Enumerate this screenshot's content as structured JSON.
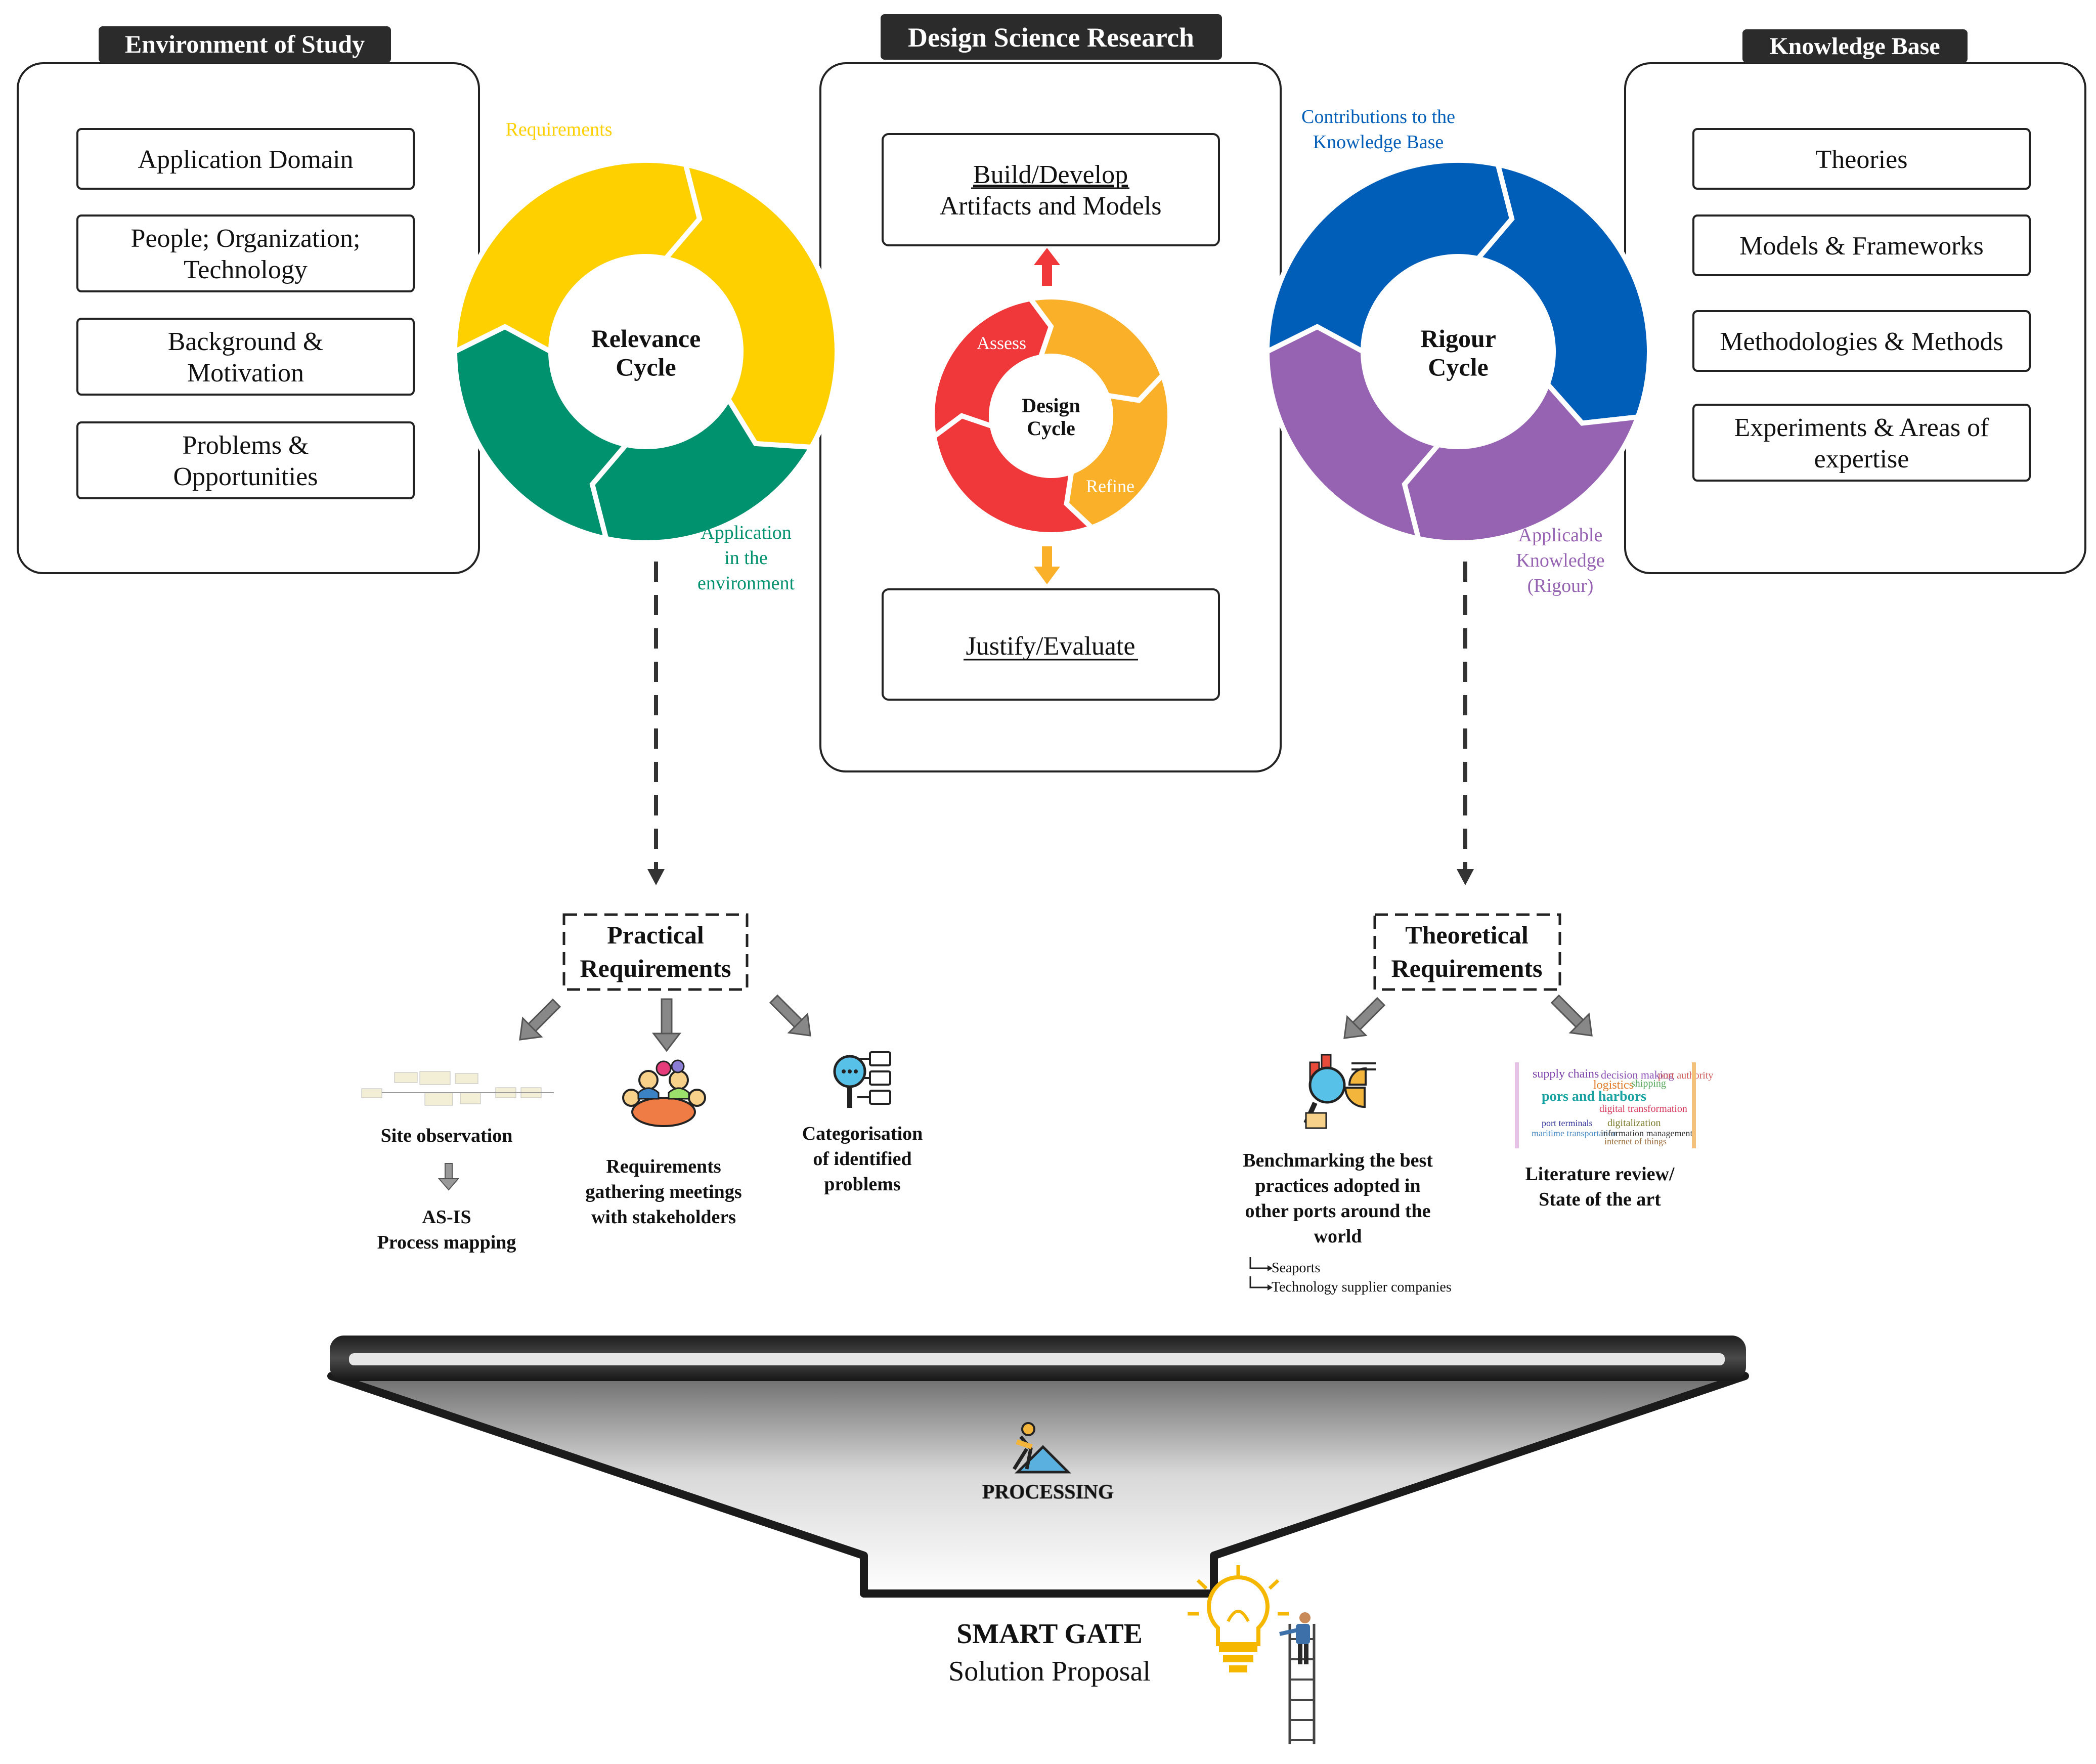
{
  "environment": {
    "header": "Environment of Study",
    "items": [
      [
        "Application Domain"
      ],
      [
        "People; Organization;",
        "Technology"
      ],
      [
        "Background &",
        "Motivation"
      ],
      [
        "Problems &",
        "Opportunities"
      ]
    ]
  },
  "dsr": {
    "header": "Design Science Research",
    "build_line1": "Build/Develop",
    "build_line2": "Artifacts and Models",
    "justify": "Justify/Evaluate",
    "design_cycle": [
      "Design",
      "Cycle"
    ],
    "assess": "Assess",
    "refine": "Refine"
  },
  "knowledge": {
    "header": "Knowledge Base",
    "items": [
      [
        "Theories"
      ],
      [
        "Models & Frameworks"
      ],
      [
        "Methodologies & Methods"
      ],
      [
        "Experiments & Areas of",
        "expertise"
      ]
    ]
  },
  "relevance": {
    "title": [
      "Relevance",
      "Cycle"
    ],
    "requirements": "Requirements",
    "application": [
      "Application",
      "in the",
      "environment"
    ]
  },
  "rigour": {
    "title": [
      "Rigour",
      "Cycle"
    ],
    "contributions": [
      "Contributions to the",
      "Knowledge Base"
    ],
    "applicable": [
      "Applicable",
      "Knowledge",
      "(Rigour)"
    ]
  },
  "practical": {
    "title": [
      "Practical",
      "Requirements"
    ],
    "site_observation": "Site observation",
    "asis": [
      "AS-IS",
      "Process mapping"
    ],
    "meetings": [
      "Requirements",
      "gathering meetings",
      "with stakeholders"
    ],
    "categorisation": [
      "Categorisation",
      "of identified",
      "problems"
    ]
  },
  "theoretical": {
    "title": [
      "Theoretical",
      "Requirements"
    ],
    "benchmark": [
      "Benchmarking the best",
      "practices adopted in",
      "other ports around the",
      "world"
    ],
    "benchmark_sub": [
      "Seaports",
      "Technology supplier companies"
    ],
    "literature": [
      "Literature review/",
      "State of the art"
    ],
    "wordcloud": [
      "supply chains",
      "logistics",
      "pors and harbors",
      "digital transformation",
      "digitalization",
      "port terminals",
      "internet of things",
      "decision making",
      "shipping",
      "port authority",
      "information management",
      "maritime transportation"
    ]
  },
  "processing": "PROCESSING",
  "smart_gate": "SMART GATE",
  "solution": "Solution Proposal",
  "colors": {
    "yellow": "#FFD000",
    "green": "#00916E",
    "blue": "#005EB8",
    "purple": "#9663B3",
    "red": "#F0383A",
    "orange": "#FBB02A",
    "header_bg": "#2B2B2B"
  }
}
